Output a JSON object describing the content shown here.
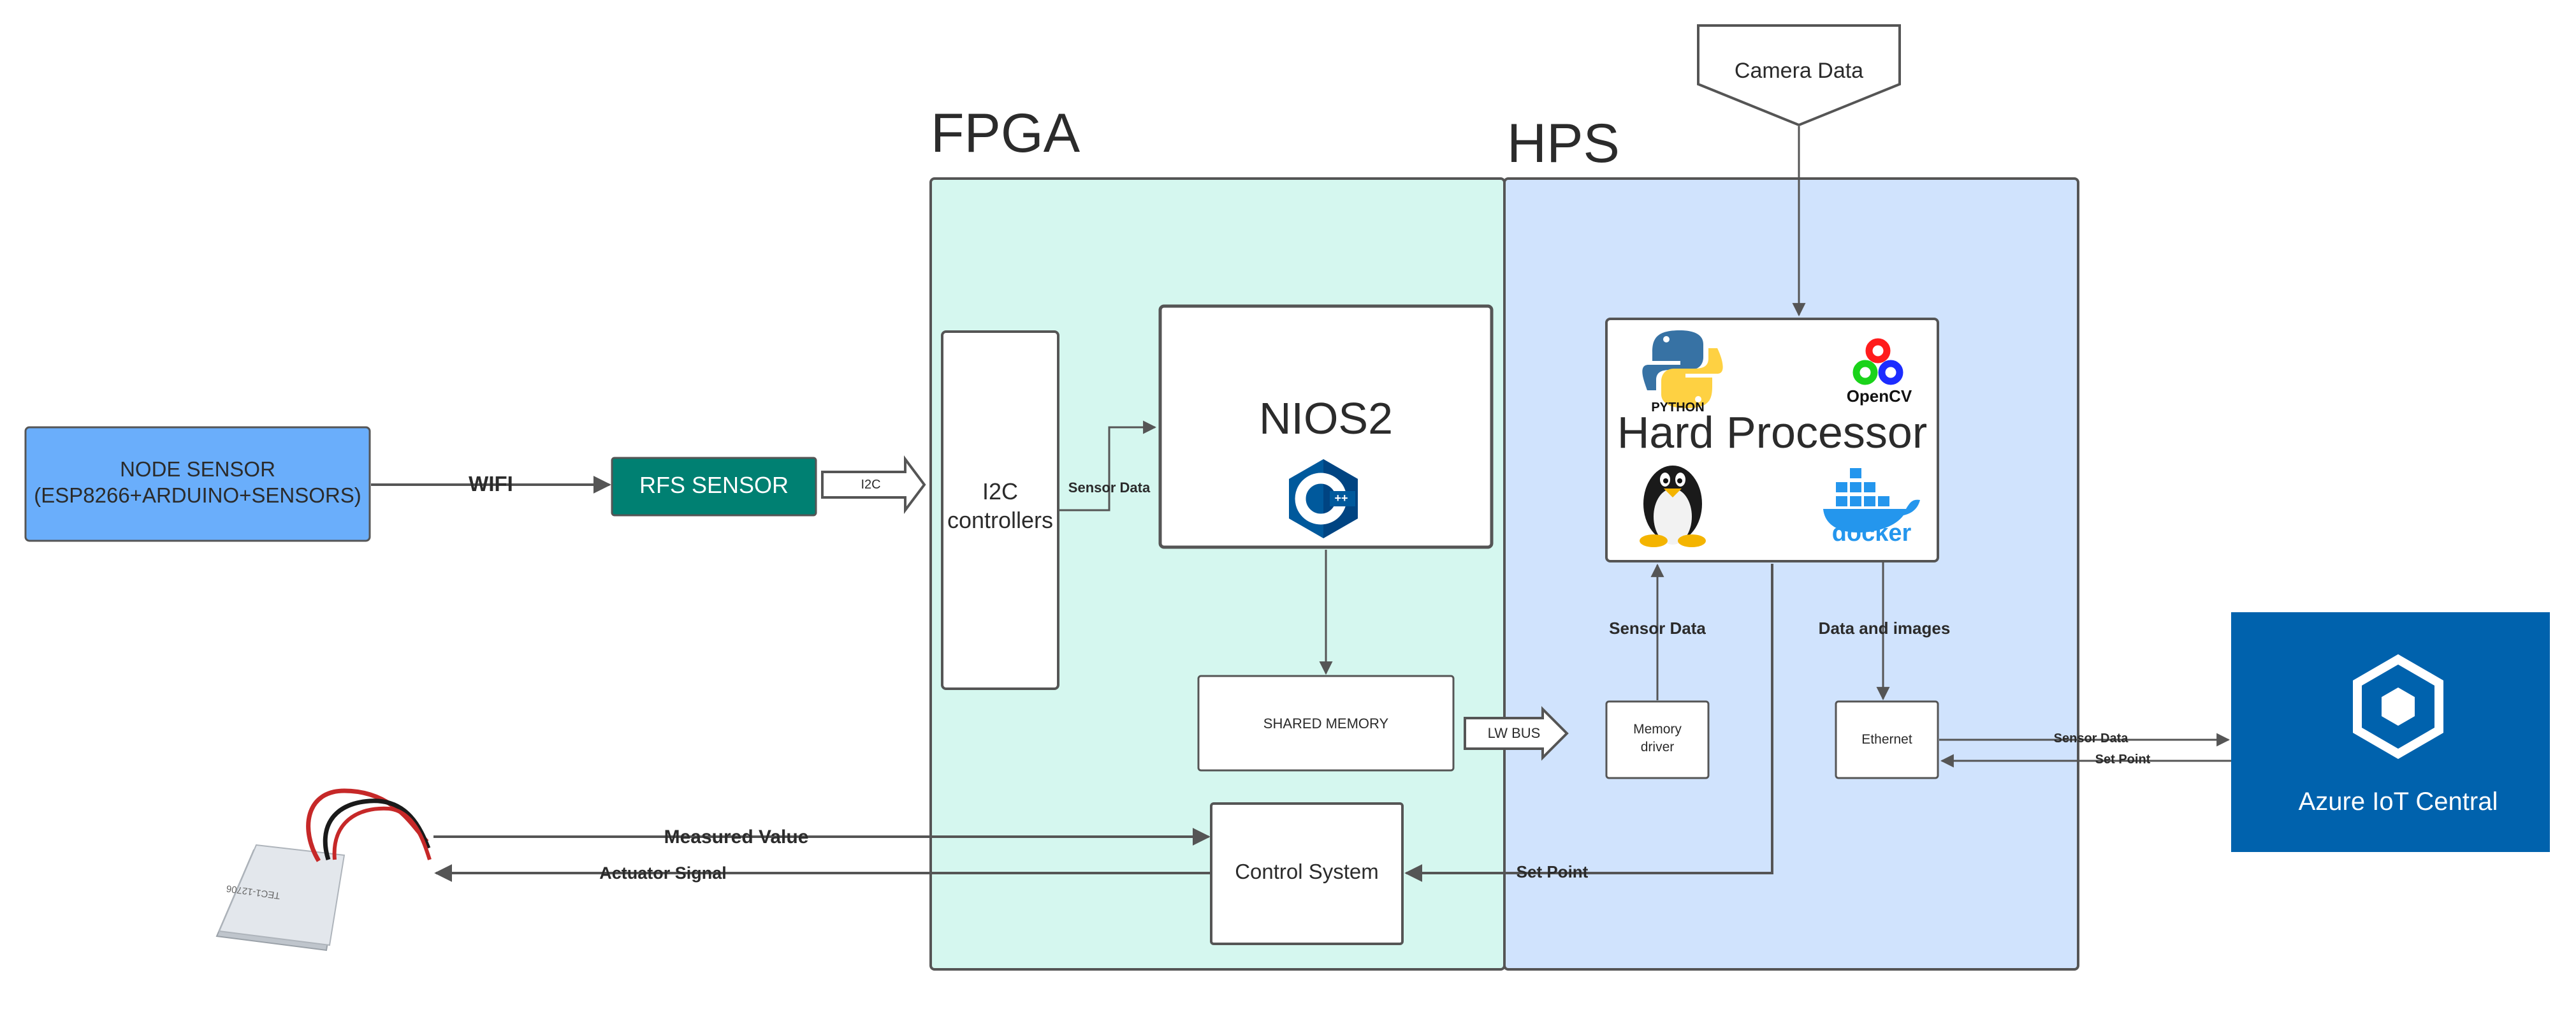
{
  "regions": {
    "fpga_title": "FPGA",
    "hps_title": "HPS"
  },
  "blocks": {
    "node_sensor_line1": "NODE SENSOR",
    "node_sensor_line2": "(ESP8266+ARDUINO+SENSORS)",
    "rfs_sensor": "RFS SENSOR",
    "i2c_line1": "I2C",
    "i2c_line2": "controllers",
    "nios2": "NIOS2",
    "shared_memory": "SHARED MEMORY",
    "control_system": "Control System",
    "hard_processor": "Hard Processor",
    "memory_driver_line1": "Memory",
    "memory_driver_line2": "driver",
    "ethernet": "Ethernet",
    "camera_data": "Camera Data",
    "azure_label": "Azure IoT Central"
  },
  "connectors": {
    "wifi": "WIFI",
    "i2c_arrow": "I2C",
    "sensor_data_fpga": "Sensor Data",
    "lw_bus": "LW BUS",
    "sensor_data_hps": "Sensor Data",
    "data_and_images": "Data and images",
    "sensor_data_azure": "Sensor Data",
    "set_point_azure": "Set Point",
    "set_point_control": "Set Point",
    "measured_value": "Measured Value",
    "actuator_signal": "Actuator Signal"
  },
  "logos": {
    "python": "PYTHON",
    "opencv": "OpenCV",
    "docker": "docker"
  },
  "colors": {
    "fpga_fill": "#d5f7ef",
    "hps_fill": "#d0e3fd",
    "node_sensor_fill": "#6aaefb",
    "rfs_fill": "#008072",
    "azure_fill": "#0062ad",
    "line": "#555555"
  }
}
